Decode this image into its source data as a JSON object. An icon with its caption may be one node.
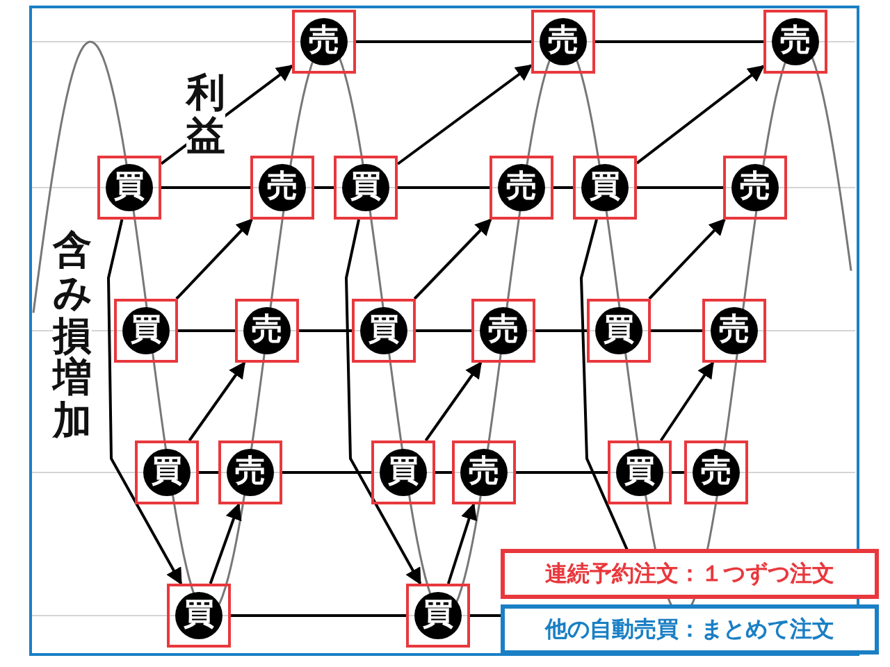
{
  "diagram": {
    "nodes": [
      {
        "text": [
          "売"
        ]
      },
      {
        "text": [
          "売"
        ]
      },
      {
        "text": [
          "売"
        ]
      },
      {
        "text": [
          "買"
        ]
      },
      {
        "text": [
          "売"
        ]
      },
      {
        "text": [
          "買"
        ]
      },
      {
        "text": [
          "売"
        ]
      },
      {
        "text": [
          "買"
        ]
      },
      {
        "text": [
          "売"
        ]
      },
      {
        "text": [
          "買"
        ]
      },
      {
        "text": [
          "売"
        ]
      },
      {
        "text": [
          "買"
        ]
      },
      {
        "text": [
          "売"
        ]
      },
      {
        "text": [
          "買"
        ]
      },
      {
        "text": [
          "売"
        ]
      },
      {
        "text": [
          "買"
        ]
      },
      {
        "text": [
          "売"
        ]
      },
      {
        "text": [
          "買"
        ]
      },
      {
        "text": [
          "売"
        ]
      },
      {
        "text": [
          "買"
        ]
      },
      {
        "text": [
          "売"
        ]
      },
      {
        "text": [
          "買"
        ]
      },
      {
        "text": [
          "買"
        ]
      }
    ],
    "edges": [
      {
        "from": 3,
        "to": 0,
        "arrow": "to"
      },
      {
        "from": 9,
        "to": 4,
        "arrow": "to"
      },
      {
        "from": 15,
        "to": 10,
        "arrow": "to"
      },
      {
        "from": 21,
        "to": 16,
        "arrow": "to"
      },
      {
        "from": 5,
        "to": 1,
        "arrow": "to"
      },
      {
        "from": 11,
        "to": 6,
        "arrow": "to"
      },
      {
        "from": 17,
        "to": 12,
        "arrow": "to"
      },
      {
        "from": 22,
        "to": 18,
        "arrow": "to"
      },
      {
        "from": 7,
        "to": 2,
        "arrow": "to"
      },
      {
        "from": 13,
        "to": 8,
        "arrow": "to"
      },
      {
        "from": 19,
        "to": 14,
        "arrow": "to"
      },
      {
        "from": 3,
        "to": 21,
        "arrow": "to"
      },
      {
        "from": 5,
        "to": 22,
        "arrow": "to"
      },
      {
        "from": 7,
        "to": null,
        "arrow": "none"
      },
      {
        "from": 0,
        "to": 1,
        "arrow": "none"
      },
      {
        "from": 1,
        "to": 2,
        "arrow": "none"
      },
      {
        "from": 3,
        "to": 4,
        "arrow": "none"
      },
      {
        "from": 4,
        "to": 5,
        "arrow": "none"
      },
      {
        "from": 5,
        "to": 6,
        "arrow": "none"
      },
      {
        "from": 6,
        "to": 7,
        "arrow": "none"
      },
      {
        "from": 7,
        "to": 8,
        "arrow": "none"
      },
      {
        "from": 9,
        "to": 10,
        "arrow": "none"
      },
      {
        "from": 10,
        "to": 11,
        "arrow": "none"
      },
      {
        "from": 11,
        "to": 12,
        "arrow": "none"
      },
      {
        "from": 12,
        "to": 13,
        "arrow": "none"
      },
      {
        "from": 13,
        "to": 14,
        "arrow": "none"
      },
      {
        "from": 15,
        "to": 16,
        "arrow": "none"
      },
      {
        "from": 16,
        "to": 17,
        "arrow": "none"
      },
      {
        "from": 17,
        "to": 18,
        "arrow": "none"
      },
      {
        "from": 18,
        "to": 19,
        "arrow": "none"
      },
      {
        "from": 19,
        "to": 20,
        "arrow": "none"
      },
      {
        "from": 21,
        "to": 22,
        "arrow": "none"
      },
      {
        "from": 22,
        "to": null,
        "arrow": "none"
      }
    ],
    "labels": [
      "利益",
      "含み損増加"
    ],
    "legend": [
      {
        "text": "連続予約注文：１つずつ注文",
        "color": "#e8383d"
      },
      {
        "text": "他の自動売買：まとめて注文",
        "color": "#1a7fc4"
      }
    ]
  }
}
